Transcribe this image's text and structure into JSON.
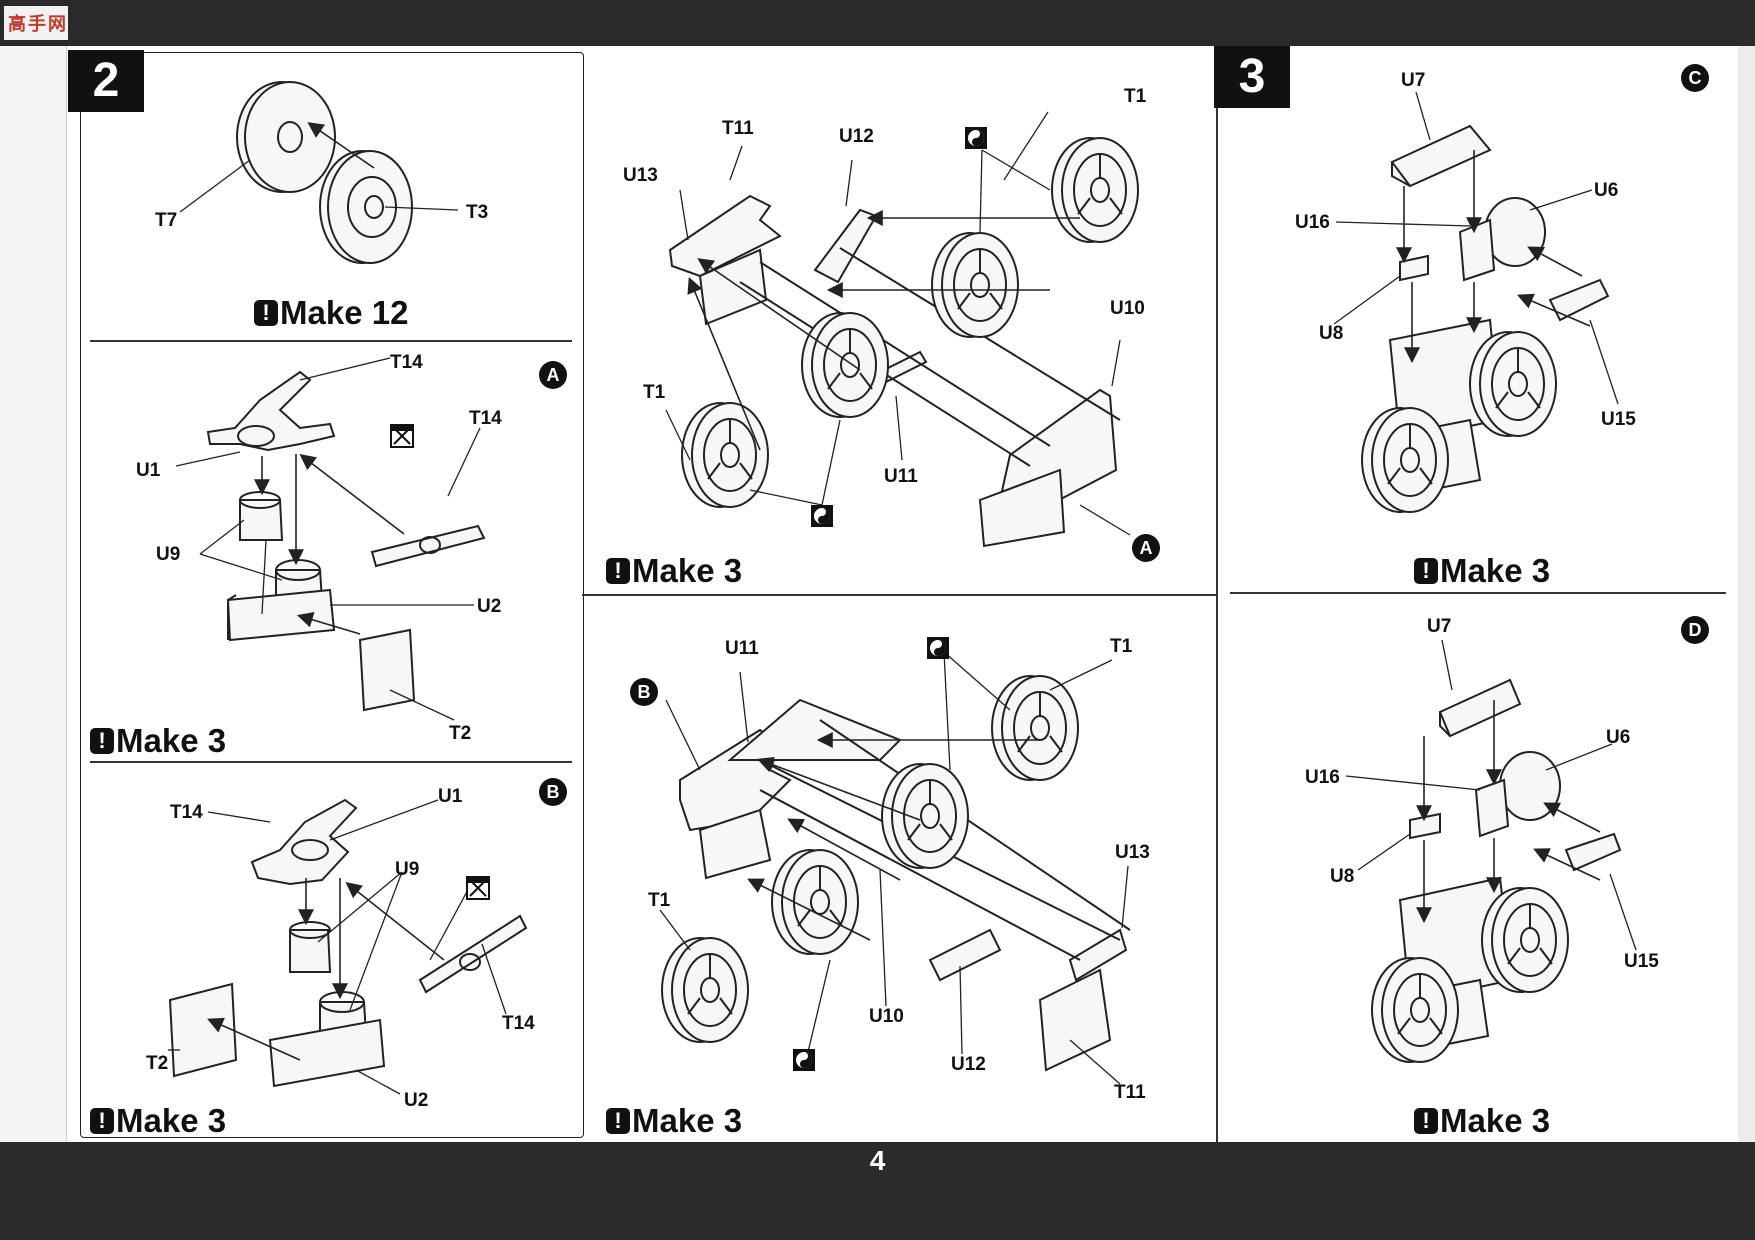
{
  "page": {
    "number": "4",
    "logo_text": "高手网"
  },
  "steps": [
    {
      "number": "2"
    },
    {
      "number": "3"
    }
  ],
  "panels": {
    "wheel": {
      "labels": [
        "T7",
        "T3"
      ],
      "make": "Make 12"
    },
    "a": {
      "marker": "A",
      "labels": [
        "T14",
        "U1",
        "T14",
        "U9",
        "U2",
        "T2"
      ],
      "make": "Make 3"
    },
    "b": {
      "marker": "B",
      "labels": [
        "T14",
        "U1",
        "U9",
        "T14",
        "T2",
        "U2"
      ],
      "make": "Make 3"
    },
    "axle_top": {
      "labels": [
        "T11",
        "U12",
        "T1",
        "U13",
        "U10",
        "T1",
        "U11"
      ],
      "marker": "A",
      "make": "Make 3"
    },
    "axle_bottom": {
      "labels": [
        "U11",
        "T1",
        "U13",
        "T1",
        "U10",
        "U12",
        "T11"
      ],
      "marker": "B",
      "make": "Make 3"
    },
    "c": {
      "marker": "C",
      "labels": [
        "U7",
        "U6",
        "U16",
        "U8",
        "U15"
      ],
      "make": "Make 3"
    },
    "d": {
      "marker": "D",
      "labels": [
        "U7",
        "U6",
        "U16",
        "U8",
        "U15"
      ],
      "make": "Make 3"
    }
  },
  "icons": [
    "yin-yang-icon",
    "checkbox-x-icon",
    "warning-bang-icon"
  ]
}
